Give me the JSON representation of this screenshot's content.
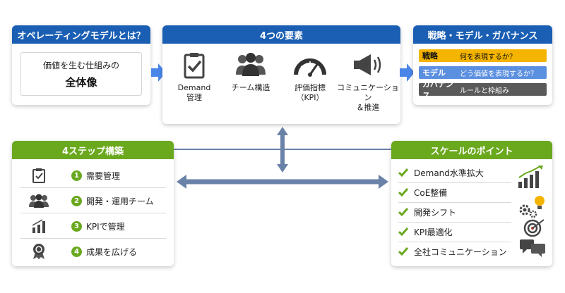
{
  "operating_model": {
    "title": "オペレーティングモデルとは？",
    "line1": "価値を生む仕組みの",
    "line2": "全体像"
  },
  "elements": {
    "title": "4つの要素",
    "items": [
      {
        "label": "Demand\n管理",
        "icon": "clipboard-check-icon"
      },
      {
        "label": "チーム構造",
        "icon": "team-icon"
      },
      {
        "label": "評価指標\n（KPI）",
        "icon": "gauge-icon"
      },
      {
        "label": "コミュニケーション\n＆推進",
        "icon": "megaphone-icon"
      }
    ]
  },
  "strategy": {
    "title": "戦略・モデル・ガバナンス",
    "rows": [
      {
        "key": "戦略",
        "value": "何を表現するか？",
        "color": "#f4b400"
      },
      {
        "key": "モデル",
        "value": "どう価値を表現するか？",
        "color": "#5b8fe0"
      },
      {
        "key": "ガバナンス",
        "value": "ルールと枠組み",
        "color": "#5a5a5a"
      }
    ]
  },
  "steps": {
    "title": "4ステップ構築",
    "items": [
      {
        "num": "1",
        "label": "需要管理",
        "icon": "clipboard-icon"
      },
      {
        "num": "2",
        "label": "開発・運用チーム",
        "icon": "team-icon"
      },
      {
        "num": "3",
        "label": "KPIで管理",
        "icon": "bar-chart-icon"
      },
      {
        "num": "4",
        "label": "成果を広げる",
        "icon": "award-ribbon-icon"
      }
    ]
  },
  "scale": {
    "title": "スケールのポイント",
    "items": [
      {
        "label": "Demand水準拡大"
      },
      {
        "label": "CoE整備"
      },
      {
        "label": "開発シフト"
      },
      {
        "label": "KPI最適化"
      },
      {
        "label": "全社コミュニケーション"
      }
    ]
  },
  "colors": {
    "blue": "#1a5fb4",
    "green": "#6aa81e",
    "arrow_blue": "#4a86e8",
    "connector": "#6b82a8"
  }
}
